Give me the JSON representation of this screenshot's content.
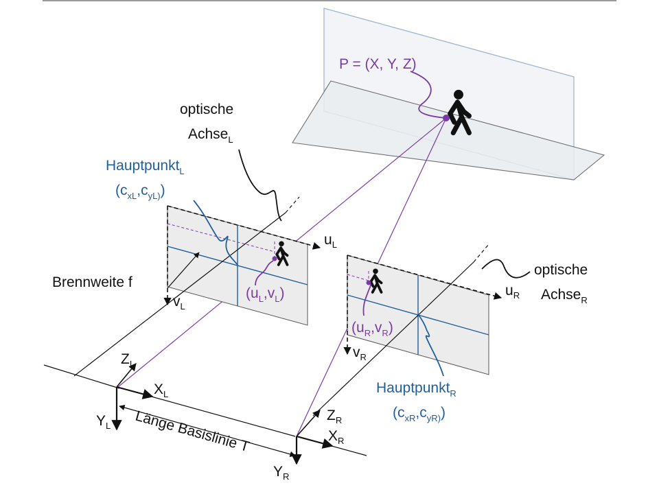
{
  "labels": {
    "point": "P = (X, Y, Z)",
    "optical_axis_left": {
      "line1": "optische",
      "line2": "Achse",
      "sub": "L"
    },
    "optical_axis_right": {
      "line1": "optische",
      "line2": "Achse",
      "sub": "R"
    },
    "principal_point_left": {
      "title": "Hauptpunkt",
      "title_sub": "L",
      "coord": "(c",
      "c1_sub": "xL",
      "sep": ",c",
      "c2_sub": "yL)",
      "close": ")"
    },
    "principal_point_right": {
      "title": "Hauptpunkt",
      "title_sub": "R",
      "coord": "(c",
      "c1_sub": "xR",
      "sep": ",c",
      "c2_sub": "yR)",
      "close": ")"
    },
    "focal_length": "Brennweite f",
    "baseline": "Länge Basislinie T",
    "proj_left": {
      "open": "(u",
      "u_sub": "L",
      "sep": ",v",
      "v_sub": "L",
      "close": ")"
    },
    "proj_right": {
      "open": "(u",
      "u_sub": "R",
      "sep": ",v",
      "v_sub": "R",
      "close": ")"
    },
    "axes_left": {
      "u": "u",
      "u_sub": "L",
      "v": "v",
      "v_sub": "L",
      "X": "X",
      "X_sub": "L",
      "Y": "Y",
      "Y_sub": "L",
      "Z": "Z",
      "Z_sub": "L"
    },
    "axes_right": {
      "u": "u",
      "u_sub": "R",
      "v": "v",
      "v_sub": "R",
      "X": "X",
      "X_sub": "R",
      "Y": "Y",
      "Y_sub": "R",
      "Z": "Z",
      "Z_sub": "R"
    }
  },
  "colors": {
    "purple": "#7a3aa5",
    "blue": "#1f5e9e",
    "black": "#111111",
    "plane_stroke": "#9fb6cc",
    "plane_fill": "#eef1f5",
    "image_fill": "#ececec"
  },
  "icons": [
    "walking-person-icon"
  ]
}
